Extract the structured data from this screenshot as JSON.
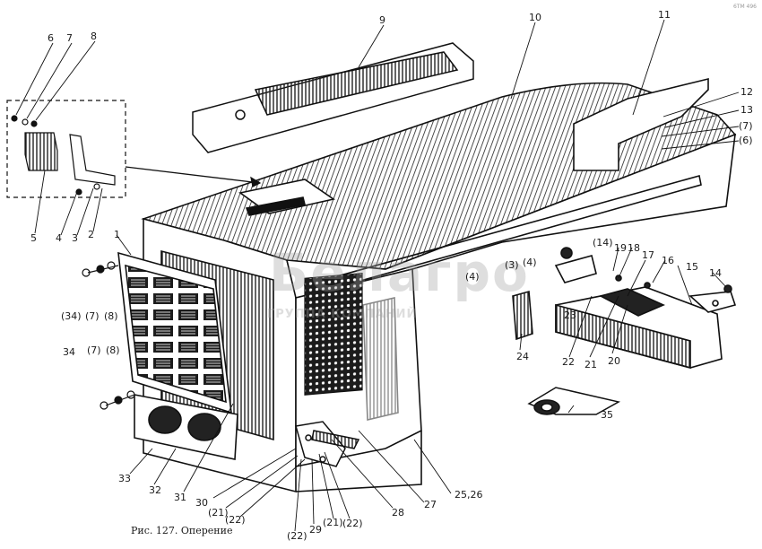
{
  "caption": "Рис. 127. Оперение",
  "watermark": {
    "brand": "Белагро",
    "subtitle": "ГРУППА КОМПАНИЙ"
  },
  "corner_mark": "6ТМ 496",
  "labels": {
    "l6": "6",
    "l7": "7",
    "l8": "8",
    "l9": "9",
    "l10": "10",
    "l11": "11",
    "l12": "12",
    "l13": "13",
    "l7b": "(7)",
    "l6b": "(6)",
    "l1": "1",
    "l5": "5",
    "l4": "4",
    "l3": "3",
    "l2": "2",
    "l34a": "(34)",
    "l7c": "(7)",
    "l8c": "(8)",
    "l34": "34",
    "l7d": "(7)",
    "l8d": "(8)",
    "l14a": "(14)",
    "l19": "19",
    "l18": "18",
    "l17": "17",
    "l16": "16",
    "l15": "15",
    "l14": "14",
    "l4a": "(4)",
    "l3a": "(3)",
    "l4b": "(4)",
    "l23": "23",
    "l24": "24",
    "l22": "22",
    "l21": "21",
    "l20": "20",
    "l35": "35",
    "l33": "33",
    "l32": "32",
    "l31": "31",
    "l30": "30",
    "l21a": "(21)",
    "l22a": "(22)",
    "l22b": "(22)",
    "l29": "29",
    "l21b": "(21)",
    "l22c": "(22)",
    "l28": "28",
    "l27": "27",
    "l2526": "25,26"
  }
}
